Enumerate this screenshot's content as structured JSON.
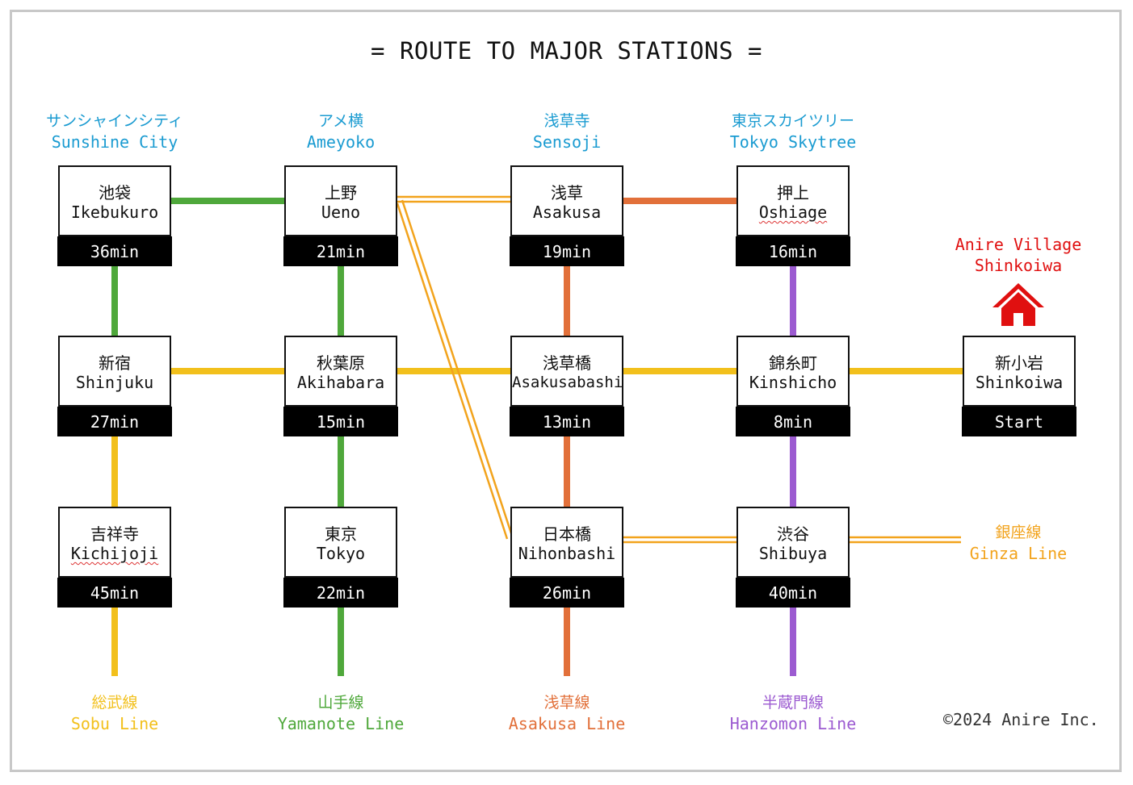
{
  "title": "= ROUTE TO MAJOR STATIONS =",
  "colors": {
    "yamanote": "#4fa83b",
    "sobu": "#f2c01c",
    "asakusa": "#e2703a",
    "hanzomon": "#9c5bd1",
    "ginza": "#f2a31c",
    "landmark": "#1a9bd1",
    "home": "#e01010"
  },
  "landmarks": [
    {
      "jp": "サンシャインシティ",
      "en": "Sunshine City"
    },
    {
      "jp": "アメ横",
      "en": "Ameyoko"
    },
    {
      "jp": "浅草寺",
      "en": "Sensoji"
    },
    {
      "jp": "東京スカイツリー",
      "en": "Tokyo Skytree"
    }
  ],
  "home": {
    "line1": "Anire Village",
    "line2": "Shinkoiwa",
    "icon": "house-icon"
  },
  "stations": {
    "ikebukuro": {
      "jp": "池袋",
      "en": "Ikebukuro",
      "time": "36min"
    },
    "ueno": {
      "jp": "上野",
      "en": "Ueno",
      "time": "21min"
    },
    "asakusa": {
      "jp": "浅草",
      "en": "Asakusa",
      "time": "19min"
    },
    "oshiage": {
      "jp": "押上",
      "en": "Oshiage",
      "time": "16min"
    },
    "shinjuku": {
      "jp": "新宿",
      "en": "Shinjuku",
      "time": "27min"
    },
    "akihabara": {
      "jp": "秋葉原",
      "en": "Akihabara",
      "time": "15min"
    },
    "asakusabashi": {
      "jp": "浅草橋",
      "en": "Asakusabashi",
      "time": "13min"
    },
    "kinshicho": {
      "jp": "錦糸町",
      "en": "Kinshicho",
      "time": "8min"
    },
    "shinkoiwa": {
      "jp": "新小岩",
      "en": "Shinkoiwa",
      "time": "Start"
    },
    "kichijoji": {
      "jp": "吉祥寺",
      "en": "Kichijoji",
      "time": "45min"
    },
    "tokyo": {
      "jp": "東京",
      "en": "Tokyo",
      "time": "22min"
    },
    "nihonbashi": {
      "jp": "日本橋",
      "en": "Nihonbashi",
      "time": "26min"
    },
    "shibuya": {
      "jp": "渋谷",
      "en": "Shibuya",
      "time": "40min"
    }
  },
  "lines": {
    "sobu": {
      "jp": "総武線",
      "en": "Sobu Line"
    },
    "yamanote": {
      "jp": "山手線",
      "en": "Yamanote Line"
    },
    "asakusa": {
      "jp": "浅草線",
      "en": "Asakusa Line"
    },
    "hanzomon": {
      "jp": "半蔵門線",
      "en": "Hanzomon Line"
    },
    "ginza": {
      "jp": "銀座線",
      "en": "Ginza Line"
    }
  },
  "copyright": "©2024 Anire Inc."
}
